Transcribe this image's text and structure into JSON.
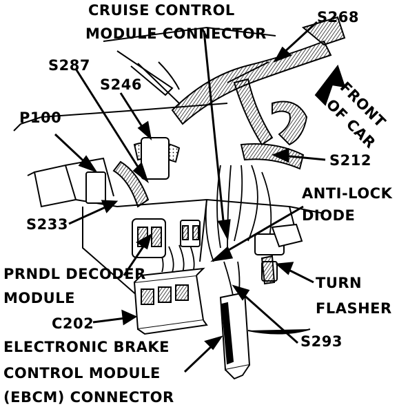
{
  "labels": {
    "cruise_line1": "CRUISE CONTROL",
    "cruise_line2": "MODULE CONNECTOR",
    "s268": "S268",
    "s287": "S287",
    "s246": "S246",
    "p100": "P100",
    "front_line1": "FRONT",
    "front_line2": "OF CAR",
    "s212": "S212",
    "antilock_line1": "ANTI-LOCK",
    "antilock_line2": "DIODE",
    "s233": "S233",
    "prndl_line1": "PRNDL DECODER",
    "prndl_line2": "MODULE",
    "turn_line1": "TURN",
    "turn_line2": "FLASHER",
    "c202": "C202",
    "s293": "S293",
    "ebcm_line1": "ELECTRONIC BRAKE",
    "ebcm_line2": "CONTROL MODULE",
    "ebcm_line3": "(EBCM) CONNECTOR"
  }
}
